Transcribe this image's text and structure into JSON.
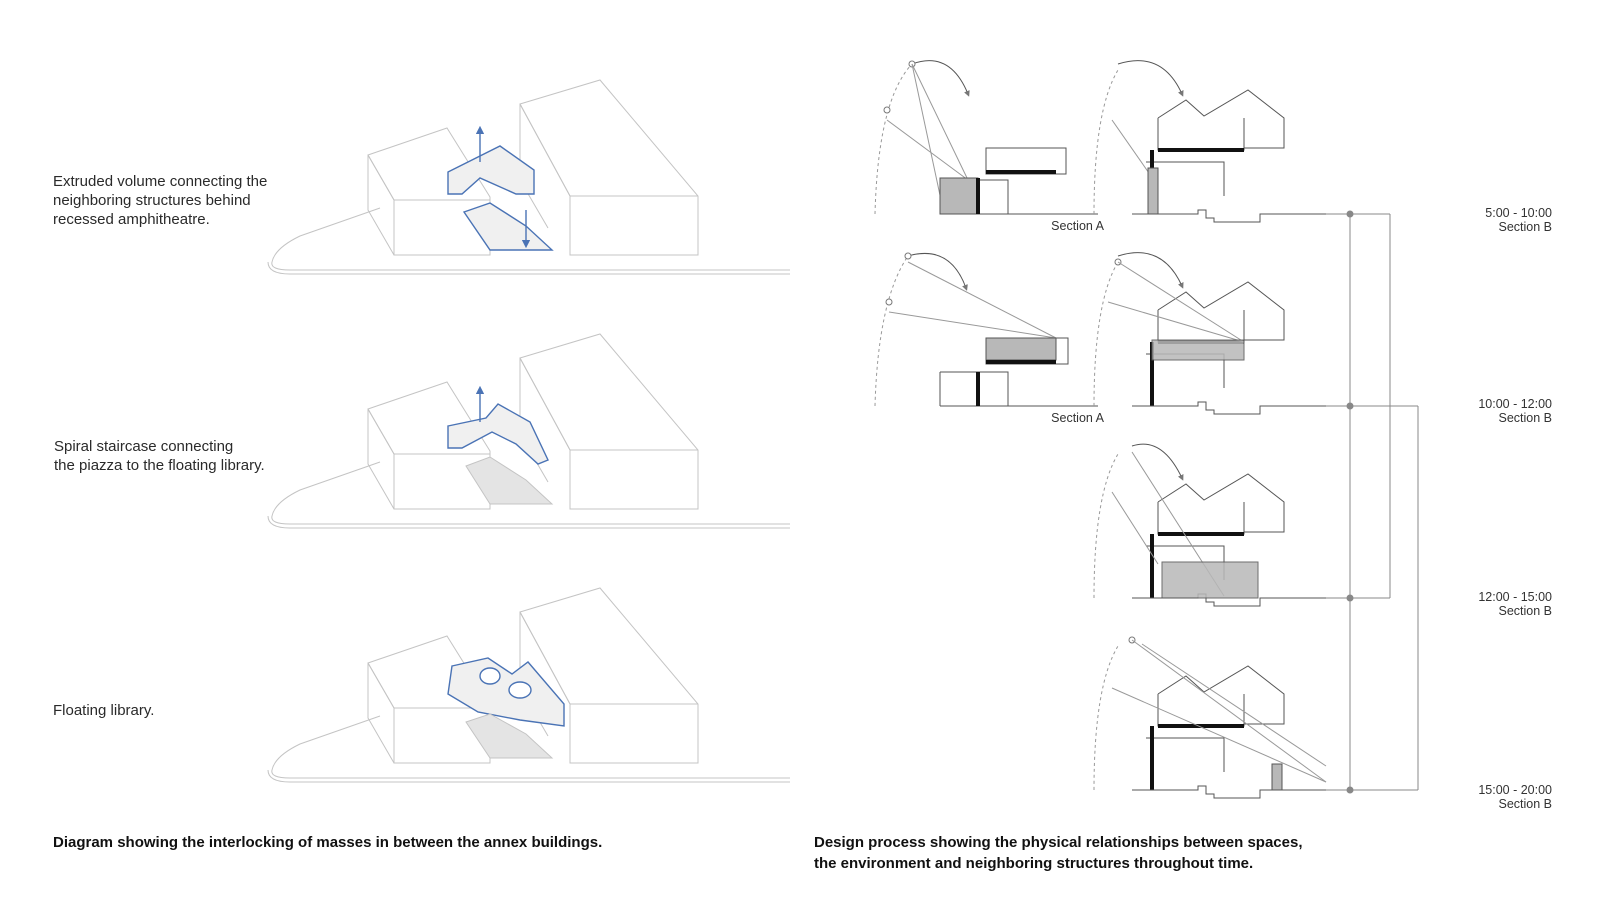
{
  "left_panel": {
    "labels": [
      "Extruded volume connecting the\nneighboring structures behind\nrecessed amphitheatre.",
      "Spiral staircase connecting\nthe piazza to the floating library.",
      "Floating library."
    ],
    "caption": "Diagram showing the interlocking of masses in between the annex buildings."
  },
  "right_panel": {
    "section_labels": [
      "Section A",
      "Section A"
    ],
    "time_labels": [
      {
        "time": "5:00 - 10:00",
        "section": "Section B"
      },
      {
        "time": "10:00 - 12:00",
        "section": "Section B"
      },
      {
        "time": "12:00 - 15:00",
        "section": "Section B"
      },
      {
        "time": "15:00 - 20:00",
        "section": "Section B"
      }
    ],
    "caption": "Design process showing the physical relationships between spaces,\nthe environment and neighboring structures throughout time."
  }
}
